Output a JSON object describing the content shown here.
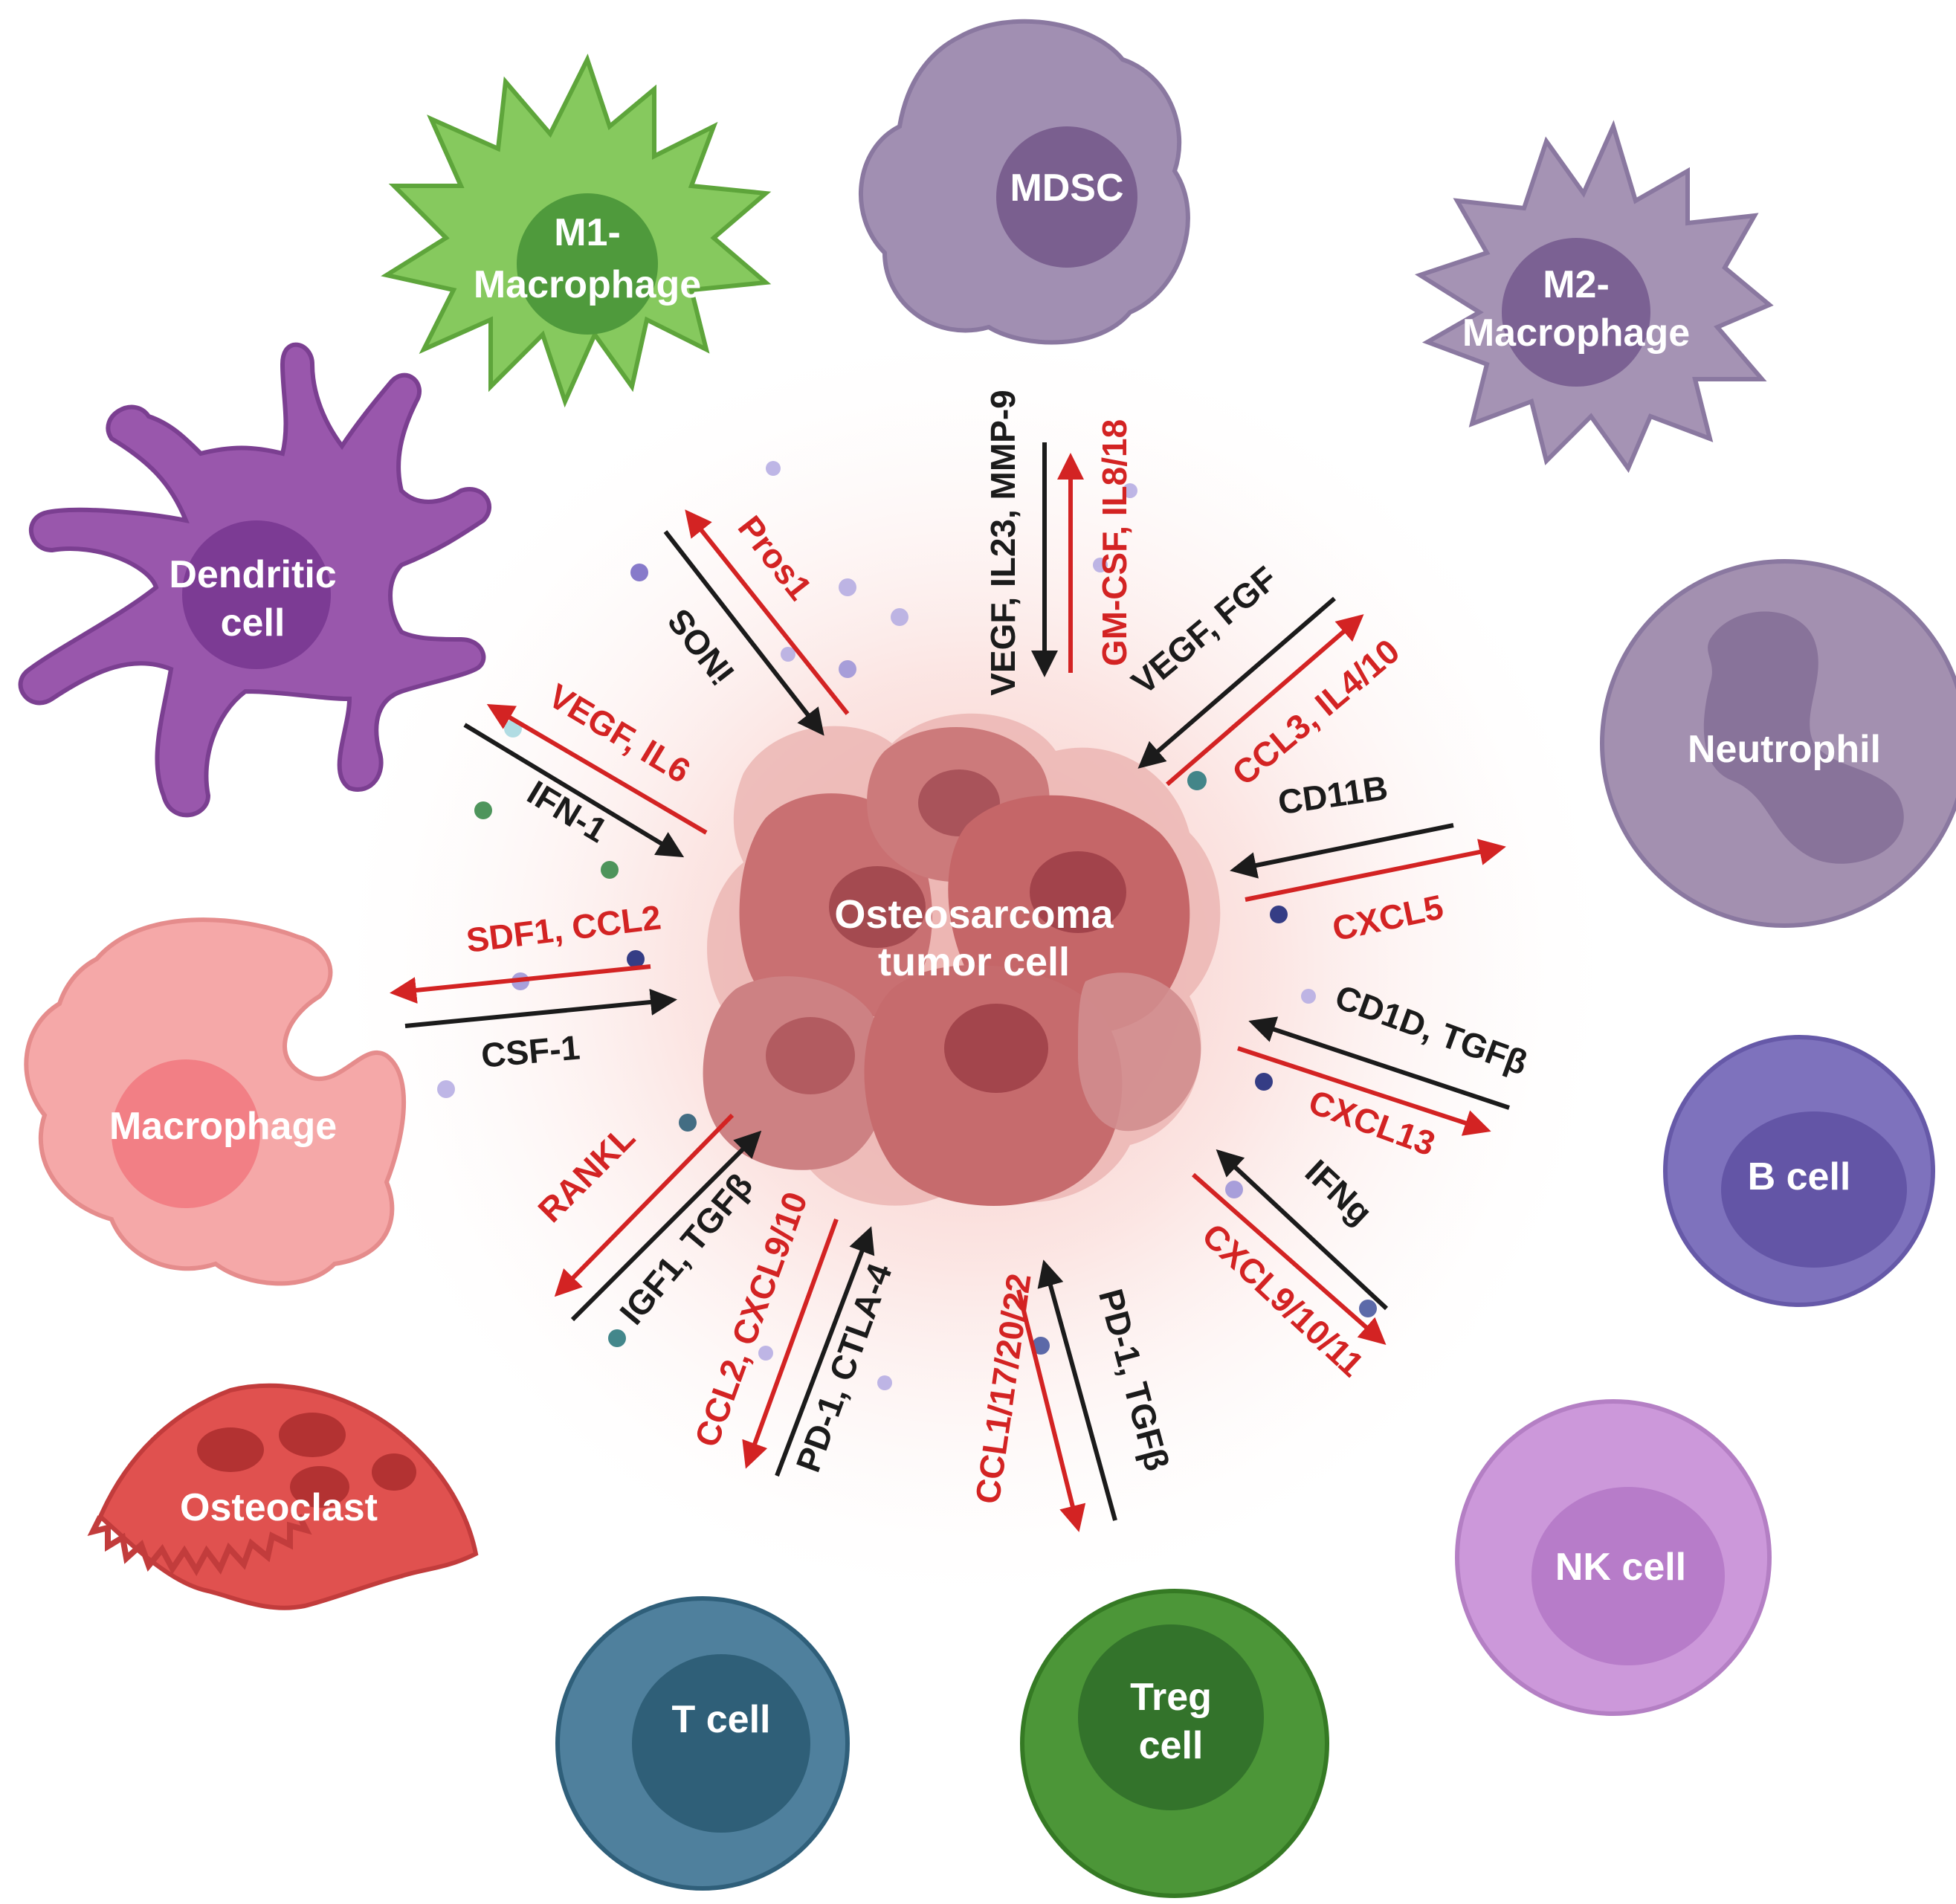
{
  "tumor": {
    "line1": "Osteosarcoma",
    "line2": "tumor cell"
  },
  "cells": {
    "m1": {
      "line1": "M1-",
      "line2": "Macrophage"
    },
    "mdsc": {
      "line1": "MDSC"
    },
    "m2": {
      "line1": "M2-",
      "line2": "Macrophage"
    },
    "dendritic": {
      "line1": "Dendritic",
      "line2": "cell"
    },
    "neutrophil": {
      "line1": "Neutrophil"
    },
    "macrophage": {
      "line1": "Macrophage"
    },
    "bcell": {
      "line1": "B cell"
    },
    "osteoclast": {
      "line1": "Osteoclast"
    },
    "nkcell": {
      "line1": "NK cell"
    },
    "tcell": {
      "line1": "T cell"
    },
    "treg": {
      "line1": "Treg",
      "line2": "cell"
    }
  },
  "signals": {
    "m1_red": "Pros1",
    "m1_black": "iNOS",
    "mdsc_black": "VEGF, IL23, MMP-9",
    "mdsc_red": "GM-CSF, IL8/18",
    "m2_black": "VEGF, FGF",
    "m2_red": "CCL3, IL4/10",
    "dc_red": "VEGF, IL6",
    "dc_black": "IFN-1",
    "neut_black": "CD11B",
    "neut_red": "CXCL5",
    "mac_red": "SDF1, CCL2",
    "mac_black": "CSF-1",
    "b_black": "CD1D, TGFβ",
    "b_red": "CXCL13",
    "oc_red": "RANKL",
    "oc_black": "IGF1, TGFβ",
    "nk_black": "IFNg",
    "nk_red": "CXCL9/10/11",
    "t_red": "CCL2, CXCL9/10",
    "t_black": "PD-1, CTLA-4",
    "treg_red": "CCL1/17/20/22",
    "treg_black": "PD-1, TGFβ"
  },
  "colors": {
    "red_signal": "#d32323",
    "black_signal": "#1b1b1b",
    "m1": "#86c95e",
    "mdsc": "#a18fb2",
    "m2": "#a593b4",
    "dendritic": "#9957ac",
    "neutrophil": "#a390b0",
    "macrophage": "#f5a8a8",
    "bcell": "#7e72bd",
    "osteoclast": "#e0514f",
    "nkcell": "#cc98da",
    "tcell": "#4f809d",
    "treg": "#4c9638",
    "tumor": "#c96a6d"
  }
}
